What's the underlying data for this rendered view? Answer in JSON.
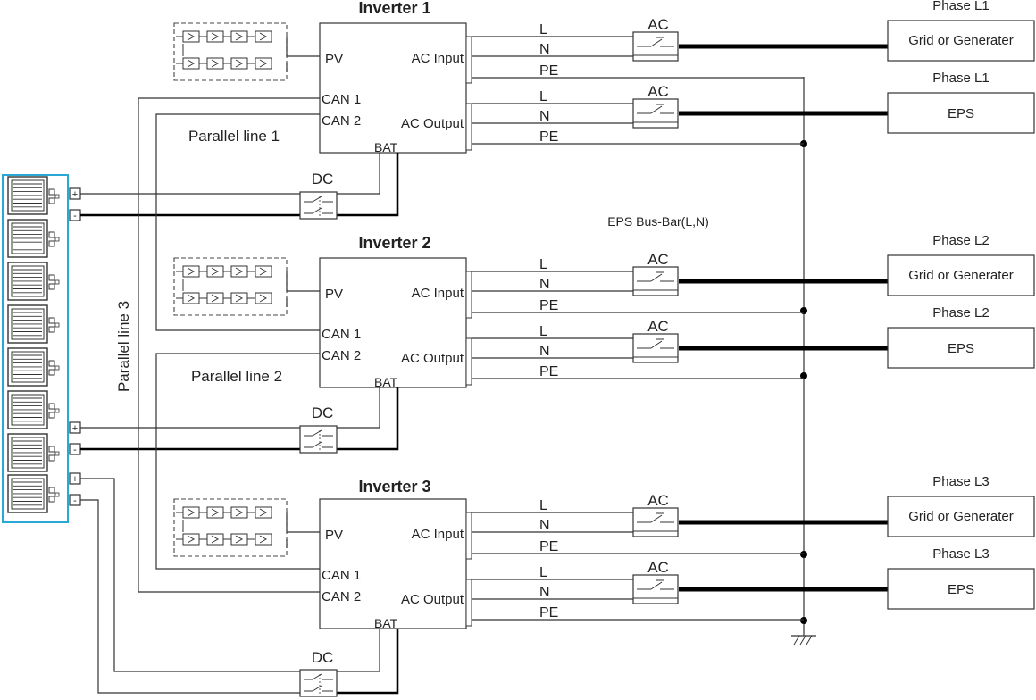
{
  "bus_label": "EPS Bus-Bar(L,N)",
  "parallel_labels": [
    "Parallel line 1",
    "Parallel line 2",
    "Parallel line 3"
  ],
  "inverters": [
    {
      "title": "Inverter 1",
      "pv": "PV",
      "can1": "CAN 1",
      "can2": "CAN 2",
      "bat": "BAT",
      "ac_input": "AC Input",
      "ac_output": "AC Output",
      "in_wires": [
        "L",
        "N",
        "PE"
      ],
      "out_wires": [
        "L",
        "N",
        "PE"
      ],
      "ac_breaker_in": "",
      "ac_breaker_out": "AC",
      "dc": "DC",
      "grid_phase": "Phase  L1",
      "grid_box": "Grid or Generater",
      "eps_phase": "Phase  L1",
      "eps_box": "EPS"
    },
    {
      "title": "Inverter 2",
      "pv": "PV",
      "can1": "CAN 1",
      "can2": "CAN 2",
      "bat": "BAT",
      "ac_input": "AC Input",
      "ac_output": "AC Output",
      "in_wires": [
        "L",
        "N",
        "PE"
      ],
      "out_wires": [
        "L",
        "N",
        "PE"
      ],
      "ac_breaker_in": "AC",
      "ac_breaker_out": "AC",
      "dc": "DC",
      "grid_phase": "Phase  L2",
      "grid_box": "Grid or Generater",
      "eps_phase": "Phase  L2",
      "eps_box": "EPS"
    },
    {
      "title": "Inverter 3",
      "pv": "PV",
      "can1": "CAN 1",
      "can2": "CAN 2",
      "bat": "BAT",
      "ac_input": "AC Input",
      "ac_output": "AC Output",
      "in_wires": [
        "L",
        "N",
        "PE"
      ],
      "out_wires": [
        "L",
        "N",
        "PE"
      ],
      "ac_breaker_in": "AC",
      "ac_breaker_out": "AC",
      "dc": "DC",
      "grid_phase": "Phase  L3",
      "grid_box": "Grid or Generater",
      "eps_phase": "Phase  L3",
      "eps_box": "EPS"
    }
  ],
  "first_ac_in_label": "AC",
  "battery_terminals": [
    "+",
    "-",
    "+",
    "-",
    "+",
    "-"
  ],
  "colors": {
    "battery_frame": "#29a8d8",
    "wire": "#333333"
  }
}
